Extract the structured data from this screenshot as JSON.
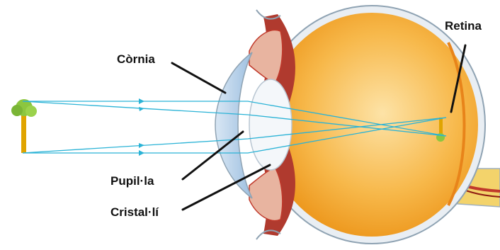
{
  "labels": {
    "cornea": "Còrnia",
    "retina": "Retina",
    "pupil": "Pupil·la",
    "lens": "Cristal·lí"
  },
  "colors": {
    "eyeball": "#f5a623",
    "eyeball_light": "#fbd38a",
    "sclera": "#e9eef3",
    "sclera_edge": "#8fa3b3",
    "iris": "#b03a2e",
    "ciliary": "#e8b4a0",
    "lens": "#f4f7fa",
    "cornea": "#a9c7e6",
    "rays": "#2bb3d6",
    "tree_crown": "#8cc63f",
    "tree_trunk": "#e0a400",
    "nerve": "#f3d36b",
    "nerve_vessel": "#c0392b"
  }
}
